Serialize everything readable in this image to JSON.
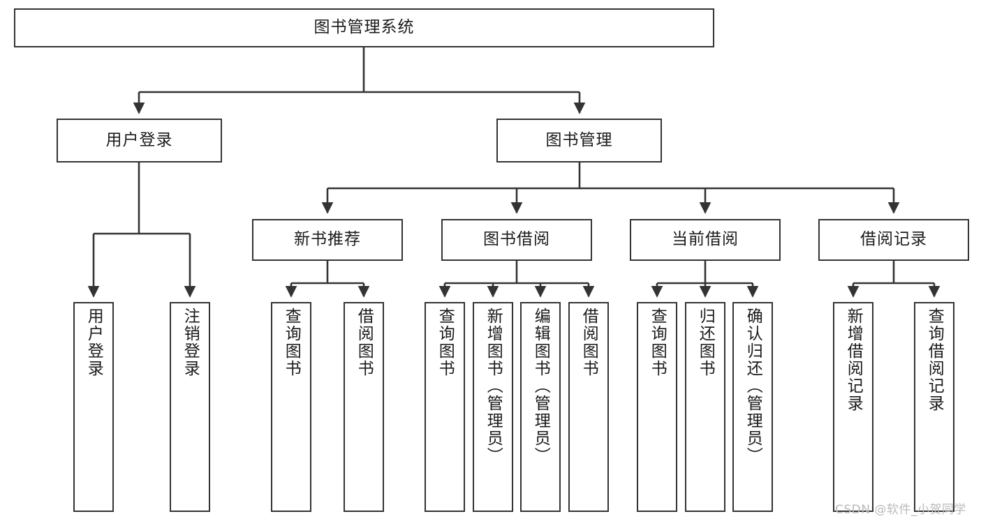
{
  "diagram": {
    "title": "图书管理系统",
    "watermark": "CSDN @软件_小贺同学",
    "stroke_color": "#333333",
    "fill_color": "#ffffff",
    "text_color": "#1a1a1a",
    "watermark_color": "#b9b9b9"
  },
  "nodes": {
    "root": {
      "label": "图书管理系统"
    },
    "level2": [
      {
        "label": "用户登录"
      },
      {
        "label": "图书管理"
      }
    ],
    "level3": [
      {
        "label": "新书推荐"
      },
      {
        "label": "图书借阅"
      },
      {
        "label": "当前借阅"
      },
      {
        "label": "借阅记录"
      }
    ],
    "leaves": [
      {
        "label": "用户登录"
      },
      {
        "label": "注销登录"
      },
      {
        "label": "查询图书"
      },
      {
        "label": "借阅图书"
      },
      {
        "label": "查询图书"
      },
      {
        "label": "新增图书（管理员）"
      },
      {
        "label": "编辑图书（管理员）"
      },
      {
        "label": "借阅图书"
      },
      {
        "label": "查询图书"
      },
      {
        "label": "归还图书"
      },
      {
        "label": "确认归还（管理员）"
      },
      {
        "label": "新增借阅记录"
      },
      {
        "label": "查询借阅记录"
      }
    ]
  },
  "tree": {
    "name": "图书管理系统",
    "children": [
      {
        "name": "用户登录",
        "children": [
          {
            "name": "用户登录"
          },
          {
            "name": "注销登录"
          }
        ]
      },
      {
        "name": "图书管理",
        "children": [
          {
            "name": "新书推荐",
            "children": [
              {
                "name": "查询图书"
              },
              {
                "name": "借阅图书"
              }
            ]
          },
          {
            "name": "图书借阅",
            "children": [
              {
                "name": "查询图书"
              },
              {
                "name": "新增图书（管理员）"
              },
              {
                "name": "编辑图书（管理员）"
              },
              {
                "name": "借阅图书"
              }
            ]
          },
          {
            "name": "当前借阅",
            "children": [
              {
                "name": "查询图书"
              },
              {
                "name": "归还图书"
              },
              {
                "name": "确认归还（管理员）"
              }
            ]
          },
          {
            "name": "借阅记录",
            "children": [
              {
                "name": "新增借阅记录"
              },
              {
                "name": "查询借阅记录"
              }
            ]
          }
        ]
      }
    ]
  }
}
